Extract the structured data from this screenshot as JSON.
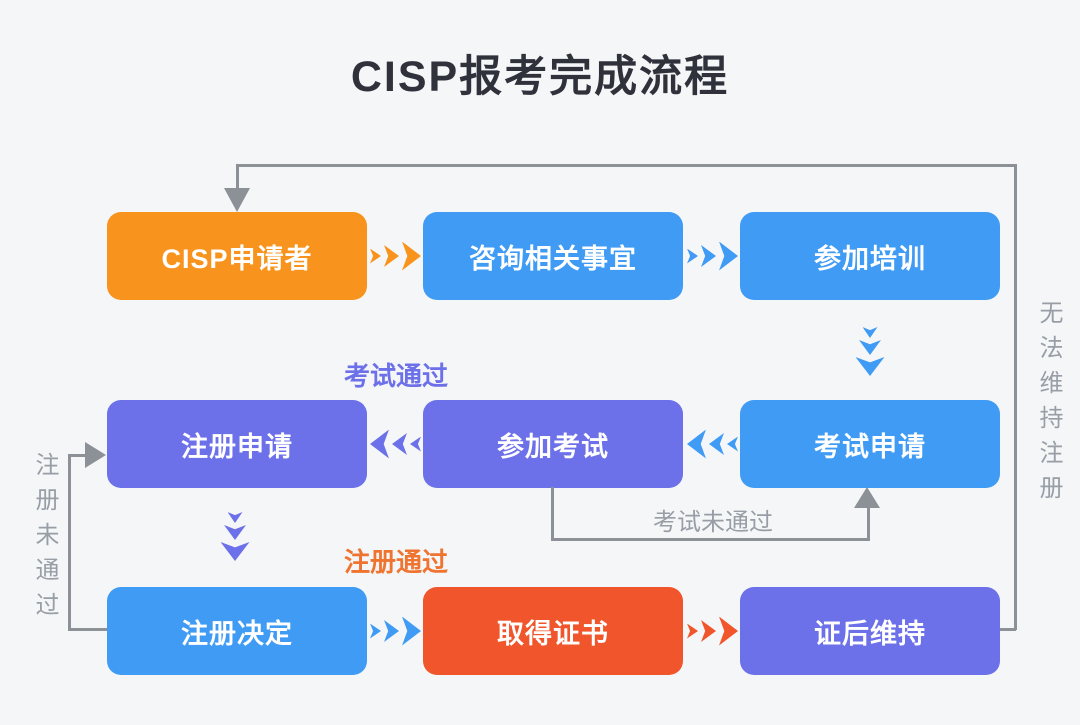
{
  "title": "CISP报考完成流程",
  "colors": {
    "background": "#F5F6F8",
    "title_text": "#2F323B",
    "node_orange": "#F8941D",
    "node_blue": "#3F9BF4",
    "node_purple": "#6C70E9",
    "node_red": "#F0552B",
    "connector_gray": "#8C9097",
    "gray_label_text": "#989EA6",
    "exam_pass_label_color": "#6C70E9",
    "reg_pass_label_color": "#EF7430"
  },
  "nodes": {
    "row1": [
      {
        "label": "CISP申请者",
        "color": "orange"
      },
      {
        "label": "咨询相关事宜",
        "color": "blue"
      },
      {
        "label": "参加培训",
        "color": "blue"
      }
    ],
    "row2": [
      {
        "label": "注册申请",
        "color": "purple"
      },
      {
        "label": "参加考试",
        "color": "purple"
      },
      {
        "label": "考试申请",
        "color": "blue"
      }
    ],
    "row3": [
      {
        "label": "注册决定",
        "color": "blue"
      },
      {
        "label": "取得证书",
        "color": "red"
      },
      {
        "label": "证后维持",
        "color": "purple"
      }
    ]
  },
  "edge_labels": {
    "exam_pass": "考试通过",
    "reg_pass": "注册通过",
    "exam_fail": "考试未通过",
    "reg_fail": "注册未通过",
    "cannot_maintain": "无法维持注册"
  }
}
